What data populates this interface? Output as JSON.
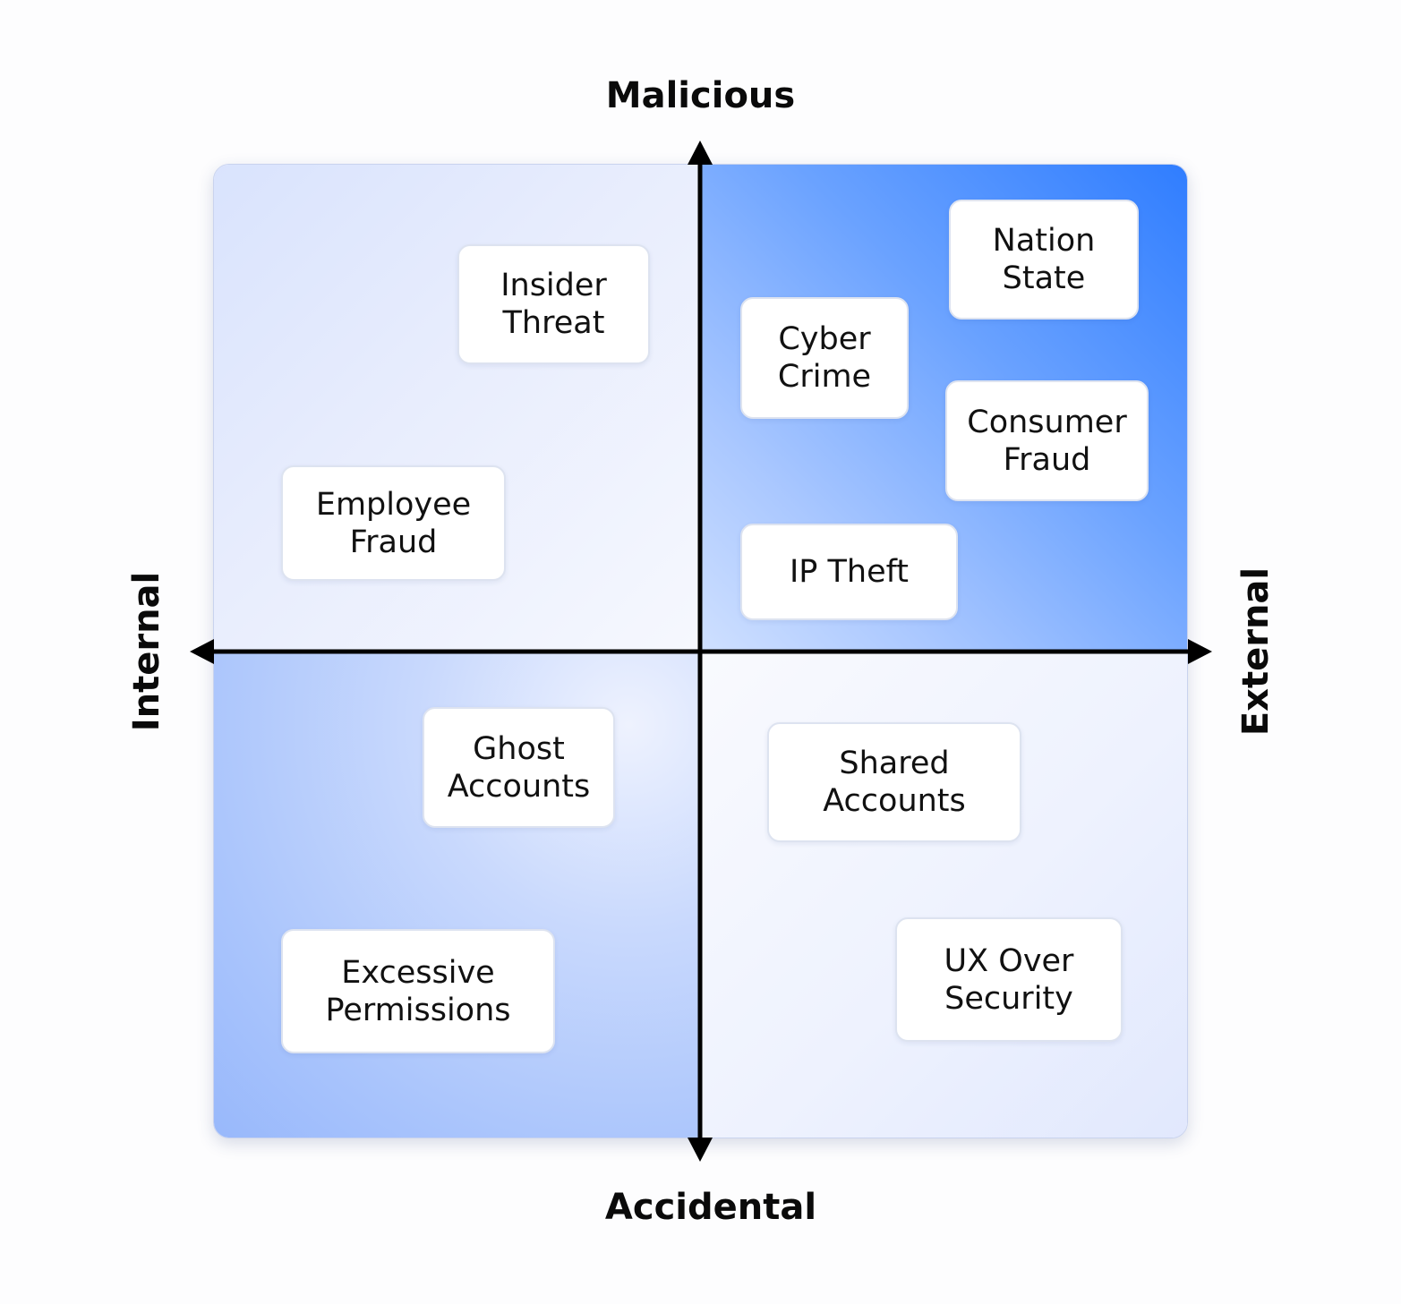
{
  "axes": {
    "top": "Malicious",
    "bottom": "Accidental",
    "left": "Internal",
    "right": "External"
  },
  "quadrant_colors": {
    "top_left": "#e8edfd",
    "top_right": "#2f7dff",
    "bottom_left": "#a9c4fc",
    "bottom_right": "#eef2fe"
  },
  "items": {
    "insider_threat": "Insider\nThreat",
    "employee_fraud": "Employee\nFraud",
    "nation_state": "Nation\nState",
    "cyber_crime": "Cyber\nCrime",
    "consumer_fraud": "Consumer\nFraud",
    "ip_theft": "IP Theft",
    "ghost_accounts": "Ghost\nAccounts",
    "excessive_permissions": "Excessive\nPermissions",
    "shared_accounts": "Shared\nAccounts",
    "ux_over_security": "UX Over\nSecurity"
  }
}
